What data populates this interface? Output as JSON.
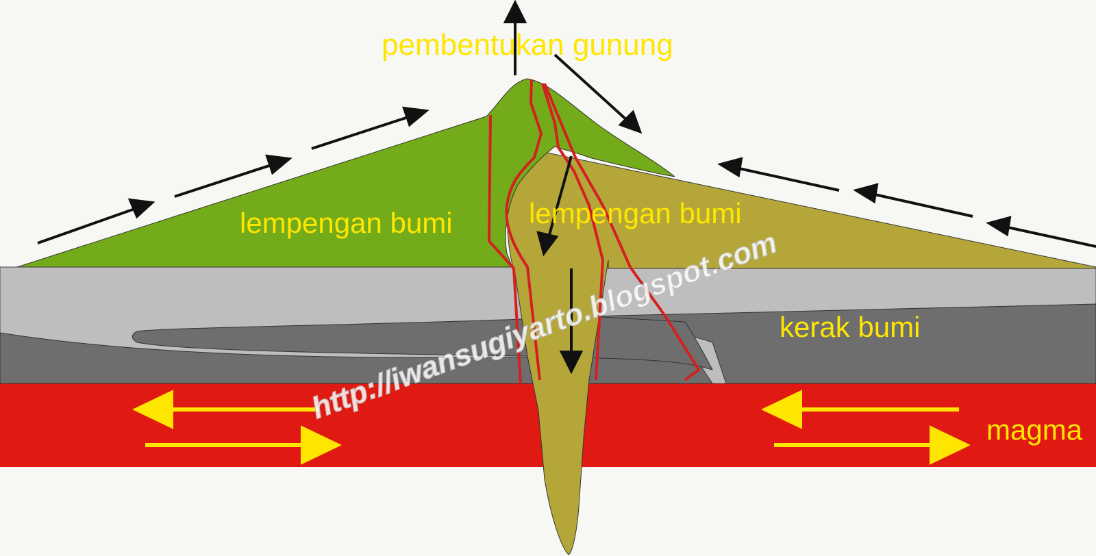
{
  "labels": {
    "mountain_formation": "pembentukan gunung",
    "plate_left": "lempengan bumi",
    "plate_right": "lempengan bumi",
    "crust": "kerak bumi",
    "magma": "magma"
  },
  "watermark": "http://iwansugiyarto.blogspot.com",
  "colors": {
    "background": "#f7f7f3",
    "plate_left": "#74ab1a",
    "plate_right": "#b5a63a",
    "crust_light": "#bebebe",
    "crust_dark": "#6e6e6e",
    "magma": "#e01a12",
    "label": "#ffe600",
    "fault_line": "#d42020",
    "arrow_black": "#111111",
    "arrow_yellow": "#ffe600"
  }
}
